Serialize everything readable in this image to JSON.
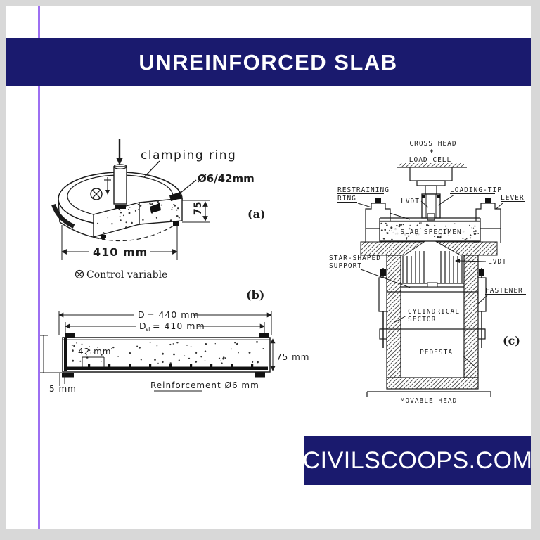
{
  "page": {
    "background": "#d8d8d8",
    "canvas": "#ffffff",
    "accent_navy": "#1a1a6e",
    "accent_purple": "#9d6ff2"
  },
  "header": {
    "title": "UNREINFORCED SLAB"
  },
  "footer": {
    "site": "CIVILSCOOPS.COM"
  },
  "figure_a": {
    "tag": "(a)",
    "labels": {
      "clamping_ring": "clamping ring",
      "bar_note": "Ø6/42mm",
      "thickness": "75",
      "width_dim": "410 mm",
      "control_variable": "Control variable"
    }
  },
  "figure_b": {
    "tag": "(b)",
    "labels": {
      "outer_dim_prefix": "D",
      "outer_dim_value": "=  440  mm",
      "inner_dim_prefix": "D",
      "inner_dim_sub": "sl",
      "inner_dim_value": "=  410  mm",
      "bar_spacing": "42 mm",
      "thickness": "75 mm",
      "flange": "5 mm",
      "reinforcement": "Reinforcement   Ø6 mm"
    }
  },
  "figure_c": {
    "tag": "(c)",
    "labels": {
      "cross_head": "CROSS HEAD",
      "plus": "+",
      "load_cell": "LOAD CELL",
      "restraining_1": "RESTRAINING",
      "restraining_2": "RING",
      "lvdt_top": "LVDT",
      "loading_tip": "LOADING-TIP",
      "lever": "LEVER",
      "slab_specimen": "SLAB SPECIMEN",
      "star_1": "STAR-SHAPED",
      "star_2": "SUPPORT",
      "lvdt_right": "LVDT",
      "fastener": "FASTENER",
      "cyl_1": "CYLINDRICAL",
      "cyl_2": "SECTOR",
      "pedestal": "PEDESTAL",
      "movable_head": "MOVABLE HEAD"
    }
  }
}
